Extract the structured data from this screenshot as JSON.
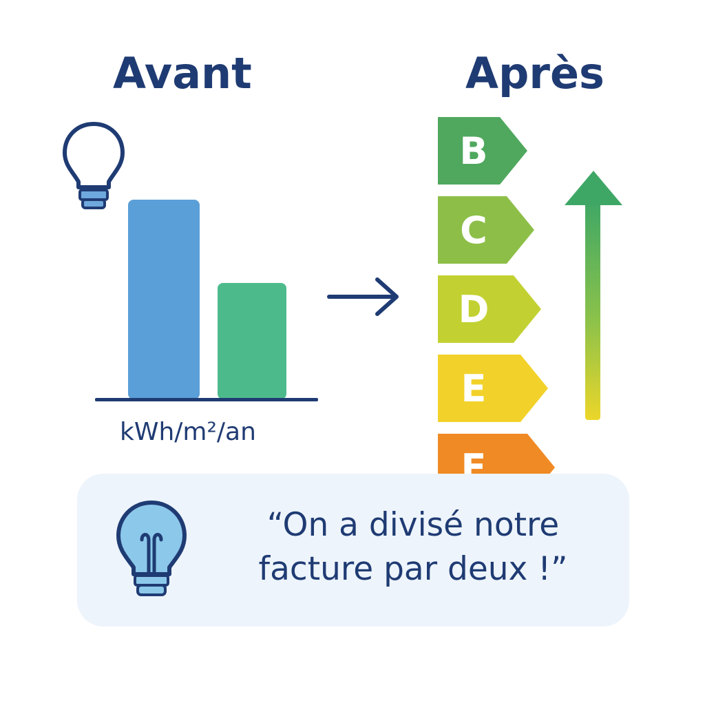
{
  "titles": {
    "before": "Avant",
    "after": "Après"
  },
  "colors": {
    "text": "#1f3b73",
    "bar_before": "#5b9fd8",
    "bar_after": "#4dba8c",
    "axis": "#1f3b73"
  },
  "chart_data": {
    "type": "bar",
    "xlabel": "kWh/m²/an",
    "values": [
      1.0,
      0.58
    ]
  },
  "energy_scale": {
    "ratings": [
      {
        "letter": "B",
        "color": "#4fa85e"
      },
      {
        "letter": "C",
        "color": "#8dbf48"
      },
      {
        "letter": "D",
        "color": "#c2d131"
      },
      {
        "letter": "E",
        "color": "#f2d22a"
      },
      {
        "letter": "F",
        "color": "#f08a24"
      }
    ]
  },
  "icons": {
    "bulb_top": "lightbulb-outline-icon",
    "bulb_quote": "lightbulb-filled-icon",
    "arrow_right": "arrow-right-icon",
    "arrow_up": "gradient-arrow-up-icon"
  },
  "quote": {
    "text": "“On a divisé notre facture par deux !”"
  }
}
